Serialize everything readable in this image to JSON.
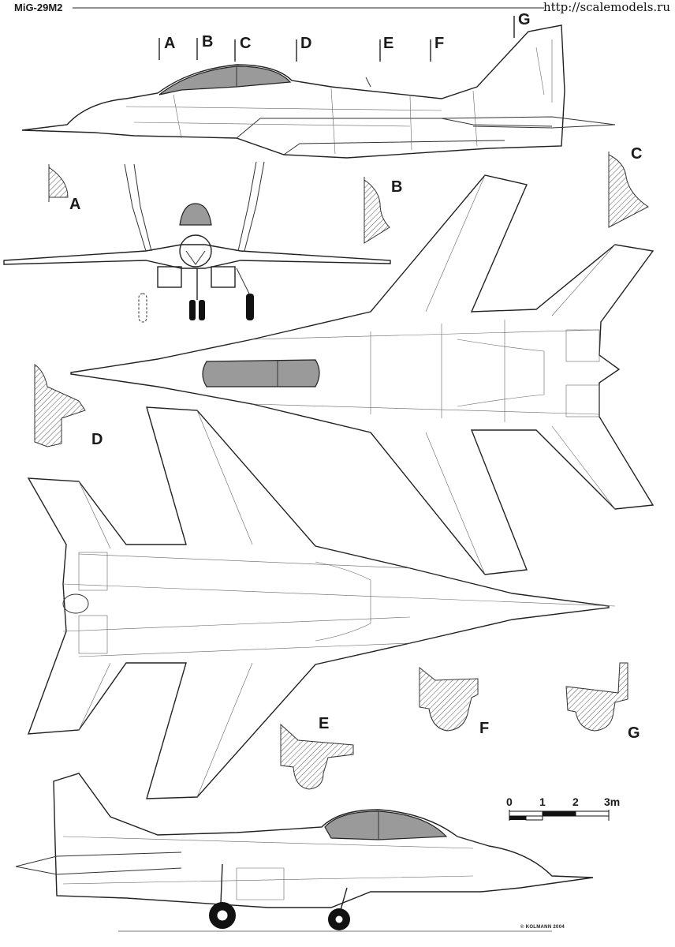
{
  "header": {
    "title": "MiG-29M2",
    "watermark": "http://scalemodels.ru"
  },
  "station_markers": [
    "A",
    "B",
    "C",
    "D",
    "E",
    "F",
    "G"
  ],
  "section_labels": {
    "A": "A",
    "B": "B",
    "C": "C",
    "D": "D",
    "E": "E",
    "F": "F",
    "G": "G"
  },
  "scale_bar": {
    "labels": [
      "0",
      "1",
      "2",
      "3m"
    ]
  },
  "credit": "© KOLMANN 2004",
  "colors": {
    "line": "#333333",
    "canopy_fill": "#9a9a9a",
    "background": "#ffffff"
  }
}
